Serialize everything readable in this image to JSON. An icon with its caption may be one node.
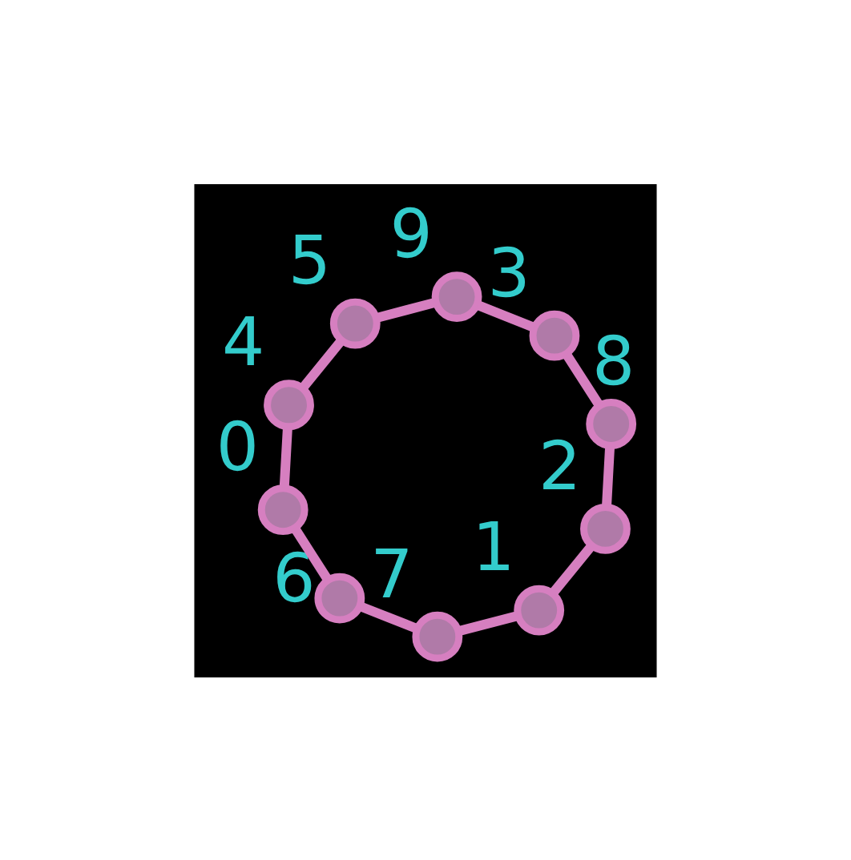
{
  "diagram": {
    "nodes": [
      {
        "text": [],
        "shape": "circle",
        "beside": [
          "0"
        ]
      },
      {
        "text": [],
        "shape": "circle",
        "beside": [
          "1"
        ]
      },
      {
        "text": [],
        "shape": "circle",
        "beside": [
          "2"
        ]
      },
      {
        "text": [],
        "shape": "circle",
        "beside": [
          "3"
        ]
      },
      {
        "text": [],
        "shape": "circle",
        "beside": [
          "4"
        ]
      },
      {
        "text": [],
        "shape": "circle",
        "beside": [
          "5"
        ]
      },
      {
        "text": [],
        "shape": "circle",
        "beside": [
          "6"
        ]
      },
      {
        "text": [],
        "shape": "circle",
        "beside": [
          "7"
        ]
      },
      {
        "text": [],
        "shape": "circle",
        "beside": [
          "8"
        ]
      },
      {
        "text": [],
        "shape": "circle",
        "beside": [
          "9"
        ]
      }
    ],
    "edges": [
      {
        "from": 0,
        "to": 4,
        "arrow": "none"
      },
      {
        "from": 4,
        "to": 5,
        "arrow": "none"
      },
      {
        "from": 5,
        "to": 9,
        "arrow": "none"
      },
      {
        "from": 9,
        "to": 3,
        "arrow": "none"
      },
      {
        "from": 3,
        "to": 8,
        "arrow": "none"
      },
      {
        "from": 8,
        "to": 2,
        "arrow": "none"
      },
      {
        "from": 2,
        "to": 1,
        "arrow": "none"
      },
      {
        "from": 1,
        "to": 7,
        "arrow": "none"
      },
      {
        "from": 7,
        "to": 6,
        "arrow": "none"
      },
      {
        "from": 6,
        "to": 0,
        "arrow": "none"
      }
    ]
  }
}
